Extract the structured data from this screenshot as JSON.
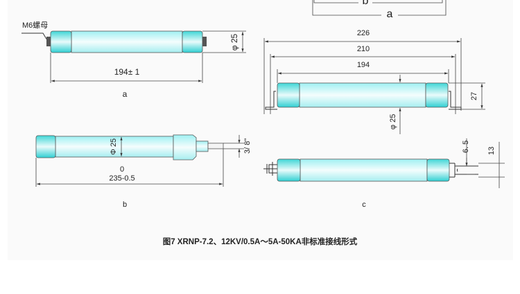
{
  "figure": {
    "caption": "图7  XRNP-7.2、12KV/0.5A～5A-50KA非标准接线形式",
    "colors": {
      "cap": "#3fd6d6",
      "body": "#d8f6f8",
      "background": "#fafafa"
    },
    "top_partial": {
      "label_b": "b",
      "label_a": "a"
    },
    "drawing_a": {
      "nut_label": "M6螺母",
      "length": "194± 1",
      "diameter": "φ 25",
      "label": "a"
    },
    "drawing_b": {
      "diameter": "Φ 25",
      "thread": "3/ 8\"",
      "tolerance_upper": "0",
      "length": "235-0.5",
      "label": "b"
    },
    "drawing_c_top": {
      "overall": "226",
      "mid": "210",
      "body": "194",
      "height": "27",
      "diameter": "φ 25"
    },
    "drawing_c_bottom": {
      "slot": "6. 5",
      "width": "13",
      "label": "c"
    }
  }
}
